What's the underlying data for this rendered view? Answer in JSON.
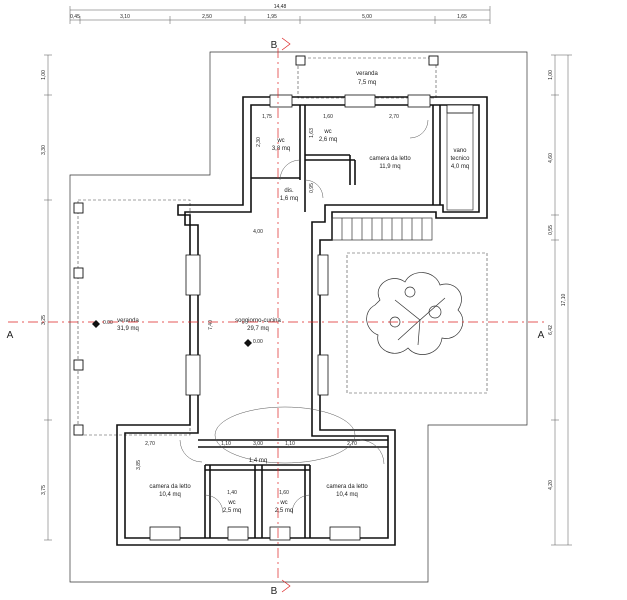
{
  "overall_dimension": "14,48",
  "top_dimensions": [
    "0,45",
    "3,10",
    "2,50",
    "1,95",
    "5,00",
    "1,65"
  ],
  "left_dimensions": [
    "1,00",
    "3,30",
    "3,25",
    "3,75"
  ],
  "right_dimensions": [
    "1,00",
    "4,60",
    "0,55",
    "6,42",
    "17,10",
    "4,20"
  ],
  "rooms": {
    "veranda_top": {
      "name": "veranda",
      "area": "7,5 mq"
    },
    "wc_1": {
      "name": "wc",
      "area": "3,8 mq",
      "width": "1,75",
      "height": "2,30"
    },
    "wc_2": {
      "name": "wc",
      "area": "2,6 mq",
      "width": "1,60",
      "height": "1,63"
    },
    "camera_top": {
      "name": "camera da letto",
      "area": "11,9 mq",
      "width": "2,70"
    },
    "vano_tecnico": {
      "name": "vano\ntecnico",
      "area": "4,0 mq"
    },
    "dis": {
      "name": "dis.",
      "area": "1,6 mq",
      "height": "0,95"
    },
    "veranda_left": {
      "name": "veranda",
      "area": "31,9 mq",
      "level": "0.00"
    },
    "soggiorno": {
      "name": "soggiorno-cucina",
      "area": "29,7 mq",
      "width": "4,00",
      "height": "7,40",
      "level": "0.00"
    },
    "corridoio": {
      "area": "1,4 mq",
      "dims": [
        "1,10",
        "3,00",
        "1,10"
      ]
    },
    "camera_left": {
      "name": "camera da letto",
      "area": "10,4 mq",
      "width": "2,70",
      "height": "3,85"
    },
    "camera_right": {
      "name": "camera da letto",
      "area": "10,4 mq",
      "width": "2,70"
    },
    "wc_3": {
      "name": "wc",
      "area": "2,5 mq",
      "width": "1,40"
    },
    "wc_4": {
      "name": "wc",
      "area": "2,5 mq",
      "width": "1,60"
    }
  },
  "section_marks": {
    "vertical": "B",
    "horizontal": "A"
  }
}
